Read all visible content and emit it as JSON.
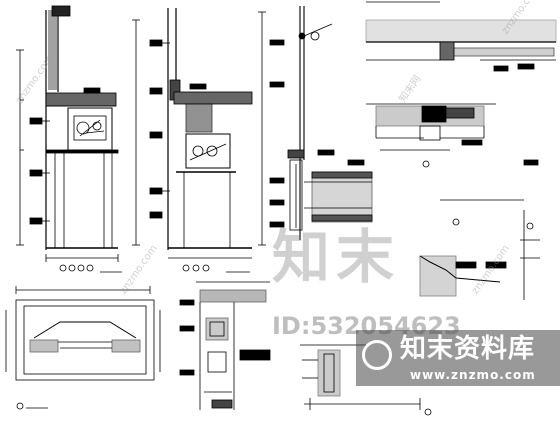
{
  "watermark": {
    "big_text": "知末",
    "id_text": "ID:532054623",
    "logo_cn": "知末资料库",
    "logo_url": "www.znzmo.com",
    "diag_text": "znzmo.com",
    "diag_text_2": "知末网"
  }
}
